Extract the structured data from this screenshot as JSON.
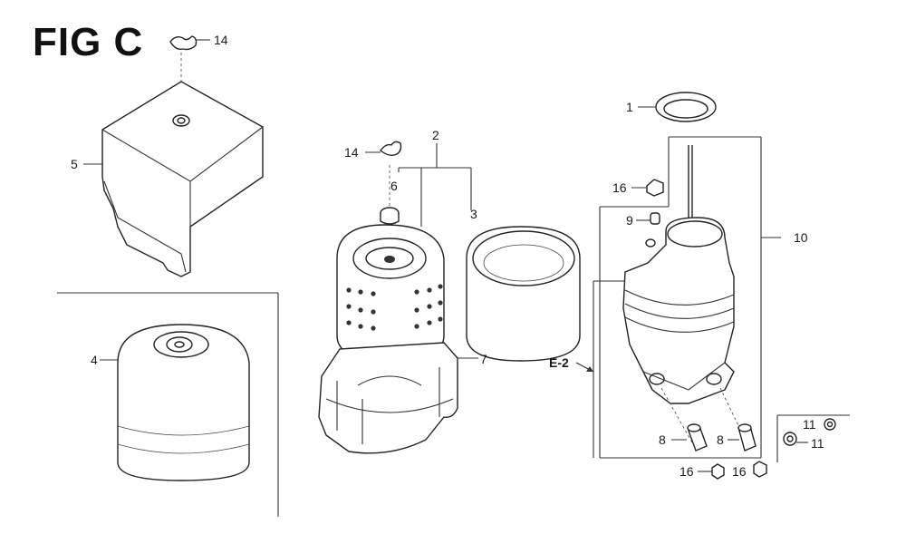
{
  "figure": {
    "title": "FIG C"
  },
  "callouts": {
    "c14a": "14",
    "c5": "5",
    "c4": "4",
    "c14b": "14",
    "c2": "2",
    "c6": "6",
    "c3": "3",
    "c7": "7",
    "c1": "1",
    "c16a": "16",
    "c9": "9",
    "c10": "10",
    "ref_e2": "E-2",
    "c8a": "8",
    "c8b": "8",
    "c16b": "16",
    "c16c": "16",
    "c11a": "11",
    "c11b": "11"
  }
}
